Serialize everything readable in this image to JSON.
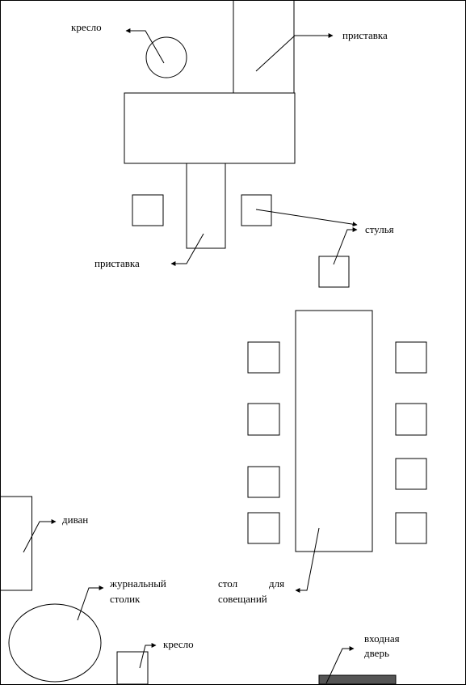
{
  "labels": {
    "armchair_top": "кресло",
    "side_table_top": "приставка",
    "side_table_left": "приставка",
    "chairs": "стулья",
    "sofa": "диван",
    "coffee_table_line1": "журнальный",
    "coffee_table_line2": "столик",
    "meeting_table_word1": "стол",
    "meeting_table_word2": "для",
    "meeting_table_line2": "совещаний",
    "armchair_bottom": "кресло",
    "entrance_line1": "входная",
    "entrance_line2": "дверь"
  },
  "colors": {
    "stroke": "#000000",
    "door_fill": "#555555",
    "background": "#ffffff"
  }
}
